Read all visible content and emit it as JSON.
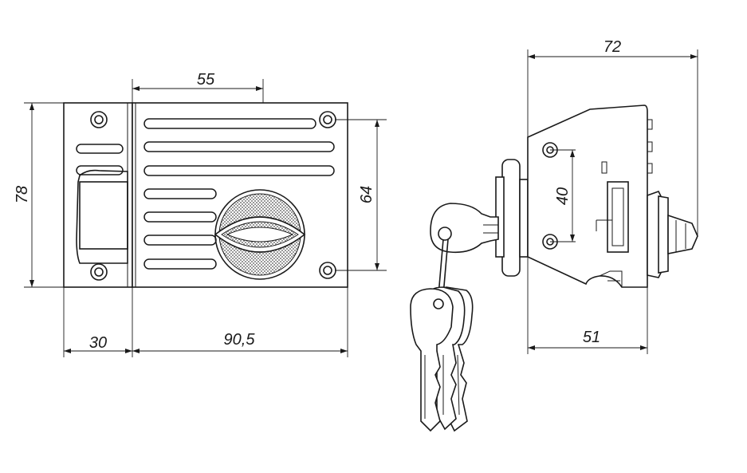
{
  "diagram": {
    "dimensions": {
      "width_total": "55",
      "height": "78",
      "hole_spacing_front": "64",
      "left_part": "30",
      "main_part": "90,5",
      "depth_total": "72",
      "hole_spacing_side": "40",
      "depth_body": "51"
    }
  }
}
